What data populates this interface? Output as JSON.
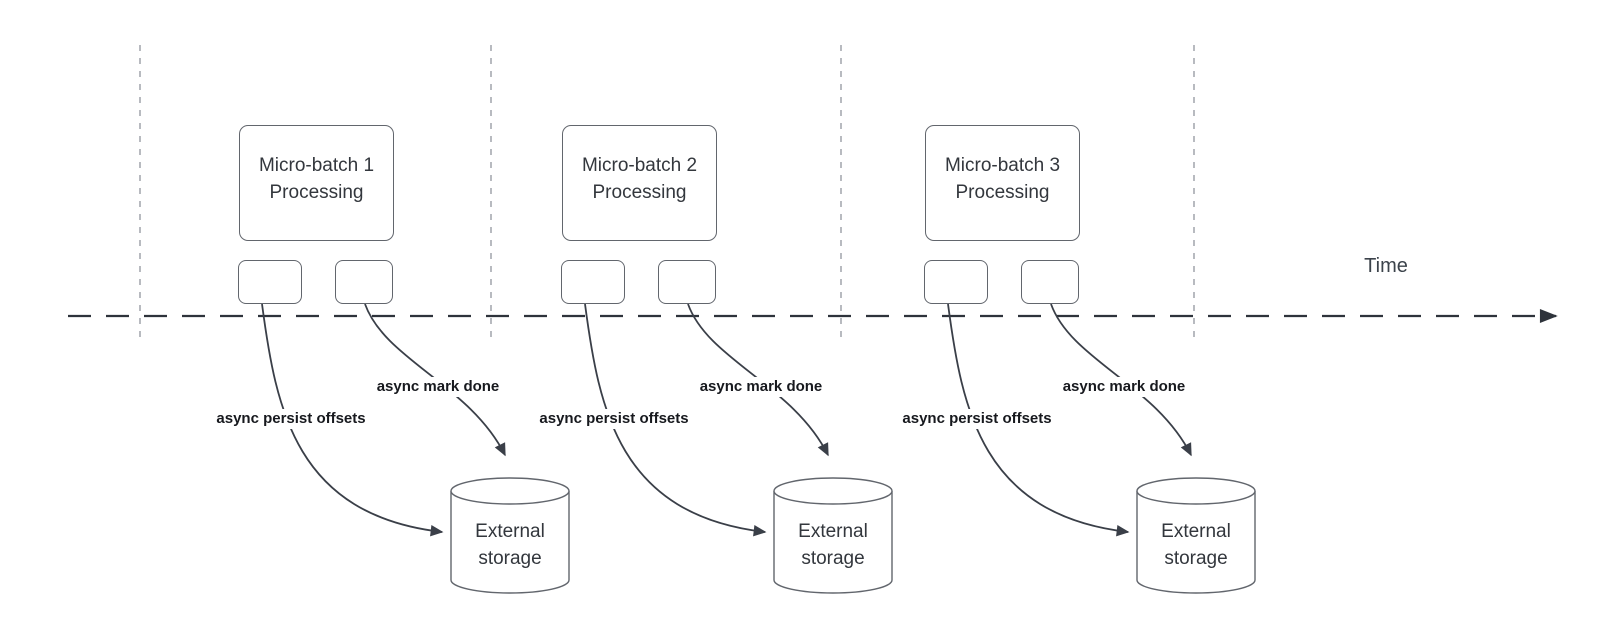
{
  "diagram": {
    "time_axis_label": "Time",
    "batches": [
      {
        "box_title_line1": "Micro-batch 1",
        "box_title_line2": "Processing",
        "persist_arrow_label": "async persist offsets",
        "done_arrow_label": "async mark done",
        "storage_label_line1": "External",
        "storage_label_line2": "storage"
      },
      {
        "box_title_line1": "Micro-batch 2",
        "box_title_line2": "Processing",
        "persist_arrow_label": "async persist offsets",
        "done_arrow_label": "async mark done",
        "storage_label_line1": "External",
        "storage_label_line2": "storage"
      },
      {
        "box_title_line1": "Micro-batch 3",
        "box_title_line2": "Processing",
        "persist_arrow_label": "async persist offsets",
        "done_arrow_label": "async mark done",
        "storage_label_line1": "External",
        "storage_label_line2": "storage"
      }
    ]
  },
  "colors": {
    "background": "#ffffff",
    "axis_line": "#2e333b",
    "arrow_line": "#3a3f48",
    "divider_line": "#a6aab0",
    "shape_border": "#62666d",
    "shape_text": "#33373d",
    "arrow_label_text": "#17191e",
    "time_text": "#3c434b"
  }
}
